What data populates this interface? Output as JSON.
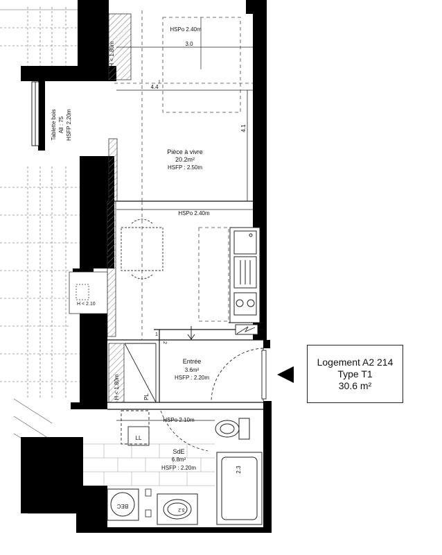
{
  "unit": {
    "reference": "Logement A2 214",
    "type": "Type T1",
    "area": "30.6 m²"
  },
  "rooms": {
    "living": {
      "name": "Pièce à vivre",
      "area": "20.2m²",
      "height": "HSFP : 2.50m"
    },
    "entry": {
      "name": "Entrée",
      "area": "3.6m²",
      "height": "HSFP : 2.20m"
    },
    "bathroom": {
      "name": "SdE",
      "area": "6.8m²",
      "height": "HSFP : 2.20m"
    }
  },
  "annotations": {
    "hspo_top": "HSPo 2.40m",
    "dim_30": "3.0",
    "dim_44": "4.4",
    "dim_41": "4.1",
    "h_top": "H < 1.80m",
    "h_bottom": "H < 1.80m",
    "tablette_1": "Tablette bois",
    "tablette_2": "All : 75",
    "tablette_3": "HSFP 2.20m",
    "hspo_mid": "HSPo 2.40m",
    "hspo_sde": "HSPo 2.10m",
    "h_small": "H < 2.10",
    "pl": "PL",
    "ll": "LL",
    "bec": "BEC",
    "dim_23": "2.3",
    "dim_32": "3.2",
    "dim_1": "1",
    "dim_2": "2"
  }
}
